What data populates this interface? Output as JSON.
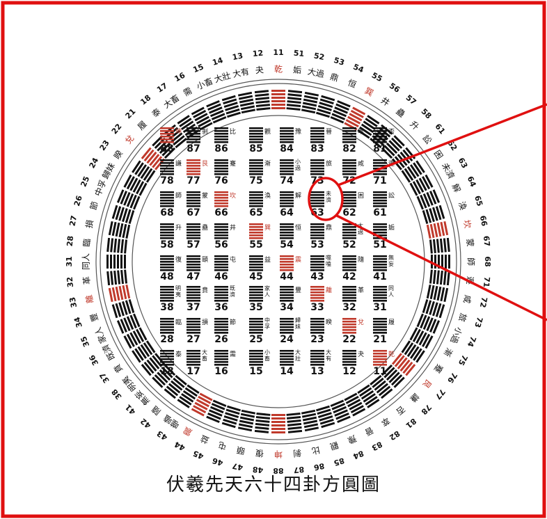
{
  "caption": "伏羲先天六十四卦方圓圖",
  "colors": {
    "black": "#111111",
    "red": "#c0392b",
    "frame": "#e01010",
    "ring": "#444444"
  },
  "grid": {
    "rows": [
      [
        {
          "n": "88",
          "name": "坤",
          "hi": true
        },
        {
          "n": "87",
          "name": "剝"
        },
        {
          "n": "86",
          "name": "比"
        },
        {
          "n": "85",
          "name": "觀"
        },
        {
          "n": "84",
          "name": "豫"
        },
        {
          "n": "83",
          "name": "晉"
        },
        {
          "n": "82",
          "name": "萃"
        },
        {
          "n": "81",
          "name": "否"
        }
      ],
      [
        {
          "n": "78",
          "name": "謙"
        },
        {
          "n": "77",
          "name": "艮",
          "hi": true
        },
        {
          "n": "76",
          "name": "蹇"
        },
        {
          "n": "75",
          "name": "漸"
        },
        {
          "n": "74",
          "name": "小過"
        },
        {
          "n": "73",
          "name": "旅"
        },
        {
          "n": "72",
          "name": "咸"
        },
        {
          "n": "71",
          "name": "遯"
        }
      ],
      [
        {
          "n": "68",
          "name": "師"
        },
        {
          "n": "67",
          "name": "蒙"
        },
        {
          "n": "66",
          "name": "坎",
          "hi": true
        },
        {
          "n": "65",
          "name": "渙"
        },
        {
          "n": "64",
          "name": "解"
        },
        {
          "n": "63",
          "name": "未濟"
        },
        {
          "n": "62",
          "name": "困"
        },
        {
          "n": "61",
          "name": "訟"
        }
      ],
      [
        {
          "n": "58",
          "name": "升"
        },
        {
          "n": "57",
          "name": "蠱"
        },
        {
          "n": "56",
          "name": "井"
        },
        {
          "n": "55",
          "name": "巽",
          "hi": true
        },
        {
          "n": "54",
          "name": "恒"
        },
        {
          "n": "53",
          "name": "鼎"
        },
        {
          "n": "52",
          "name": "大過"
        },
        {
          "n": "51",
          "name": "姤"
        }
      ],
      [
        {
          "n": "48",
          "name": "復"
        },
        {
          "n": "47",
          "name": "頤"
        },
        {
          "n": "46",
          "name": "屯"
        },
        {
          "n": "45",
          "name": "益"
        },
        {
          "n": "44",
          "name": "震",
          "hi": true
        },
        {
          "n": "43",
          "name": "噬嗑"
        },
        {
          "n": "42",
          "name": "隨"
        },
        {
          "n": "41",
          "name": "無妄"
        }
      ],
      [
        {
          "n": "38",
          "name": "明夷"
        },
        {
          "n": "37",
          "name": "賁"
        },
        {
          "n": "36",
          "name": "既濟"
        },
        {
          "n": "35",
          "name": "家人"
        },
        {
          "n": "34",
          "name": "豐"
        },
        {
          "n": "33",
          "name": "離",
          "hi": true
        },
        {
          "n": "32",
          "name": "革"
        },
        {
          "n": "31",
          "name": "同人"
        }
      ],
      [
        {
          "n": "28",
          "name": "臨"
        },
        {
          "n": "27",
          "name": "損"
        },
        {
          "n": "26",
          "name": "節"
        },
        {
          "n": "25",
          "name": "中孚"
        },
        {
          "n": "24",
          "name": "歸妹"
        },
        {
          "n": "23",
          "name": "睽"
        },
        {
          "n": "22",
          "name": "兌",
          "hi": true
        },
        {
          "n": "21",
          "name": "履"
        }
      ],
      [
        {
          "n": "18",
          "name": "泰"
        },
        {
          "n": "17",
          "name": "大畜"
        },
        {
          "n": "16",
          "name": "需"
        },
        {
          "n": "15",
          "name": "小畜"
        },
        {
          "n": "14",
          "name": "大壯"
        },
        {
          "n": "13",
          "name": "大有"
        },
        {
          "n": "12",
          "name": "夬"
        },
        {
          "n": "11",
          "name": "乾",
          "hi": true
        }
      ]
    ]
  },
  "ring": [
    {
      "n": "11",
      "name": "乾",
      "hi": true
    },
    {
      "n": "51",
      "name": "姤"
    },
    {
      "n": "52",
      "name": "大過"
    },
    {
      "n": "53",
      "name": "鼎"
    },
    {
      "n": "54",
      "name": "恒"
    },
    {
      "n": "55",
      "name": "巽",
      "hi": true
    },
    {
      "n": "56",
      "name": "井"
    },
    {
      "n": "57",
      "name": "蠱"
    },
    {
      "n": "58",
      "name": "升"
    },
    {
      "n": "61",
      "name": "訟"
    },
    {
      "n": "62",
      "name": "困"
    },
    {
      "n": "63",
      "name": "未濟"
    },
    {
      "n": "64",
      "name": "解"
    },
    {
      "n": "65",
      "name": "渙"
    },
    {
      "n": "66",
      "name": "坎",
      "hi": true
    },
    {
      "n": "67",
      "name": "蒙"
    },
    {
      "n": "68",
      "name": "師"
    },
    {
      "n": "71",
      "name": "遯"
    },
    {
      "n": "72",
      "name": "咸"
    },
    {
      "n": "73",
      "name": "旅"
    },
    {
      "n": "74",
      "name": "小過"
    },
    {
      "n": "75",
      "name": "漸"
    },
    {
      "n": "76",
      "name": "蹇"
    },
    {
      "n": "77",
      "name": "艮",
      "hi": true
    },
    {
      "n": "78",
      "name": "謙"
    },
    {
      "n": "81",
      "name": "否"
    },
    {
      "n": "82",
      "name": "萃"
    },
    {
      "n": "83",
      "name": "晉"
    },
    {
      "n": "84",
      "name": "豫"
    },
    {
      "n": "85",
      "name": "觀"
    },
    {
      "n": "86",
      "name": "比"
    },
    {
      "n": "87",
      "name": "剝"
    },
    {
      "n": "88",
      "name": "坤",
      "hi": true
    },
    {
      "n": "48",
      "name": "復"
    },
    {
      "n": "47",
      "name": "頤"
    },
    {
      "n": "46",
      "name": "屯"
    },
    {
      "n": "45",
      "name": "益"
    },
    {
      "n": "44",
      "name": "震",
      "hi": true
    },
    {
      "n": "43",
      "name": "噬嗑"
    },
    {
      "n": "42",
      "name": "隨"
    },
    {
      "n": "41",
      "name": "無妄"
    },
    {
      "n": "38",
      "name": "明夷"
    },
    {
      "n": "37",
      "name": "賁"
    },
    {
      "n": "36",
      "name": "既濟"
    },
    {
      "n": "35",
      "name": "家人"
    },
    {
      "n": "34",
      "name": "豐"
    },
    {
      "n": "33",
      "name": "離",
      "hi": true
    },
    {
      "n": "32",
      "name": "革"
    },
    {
      "n": "31",
      "name": "同人"
    },
    {
      "n": "28",
      "name": "臨"
    },
    {
      "n": "27",
      "name": "損"
    },
    {
      "n": "26",
      "name": "節"
    },
    {
      "n": "25",
      "name": "中孚"
    },
    {
      "n": "24",
      "name": "歸妹"
    },
    {
      "n": "23",
      "name": "睽"
    },
    {
      "n": "22",
      "name": "兌",
      "hi": true
    },
    {
      "n": "21",
      "name": "履"
    },
    {
      "n": "18",
      "name": "泰"
    },
    {
      "n": "17",
      "name": "大畜"
    },
    {
      "n": "16",
      "name": "需"
    },
    {
      "n": "15",
      "name": "小畜"
    },
    {
      "n": "14",
      "name": "大壯"
    },
    {
      "n": "13",
      "name": "大有"
    },
    {
      "n": "12",
      "name": "夬"
    }
  ]
}
